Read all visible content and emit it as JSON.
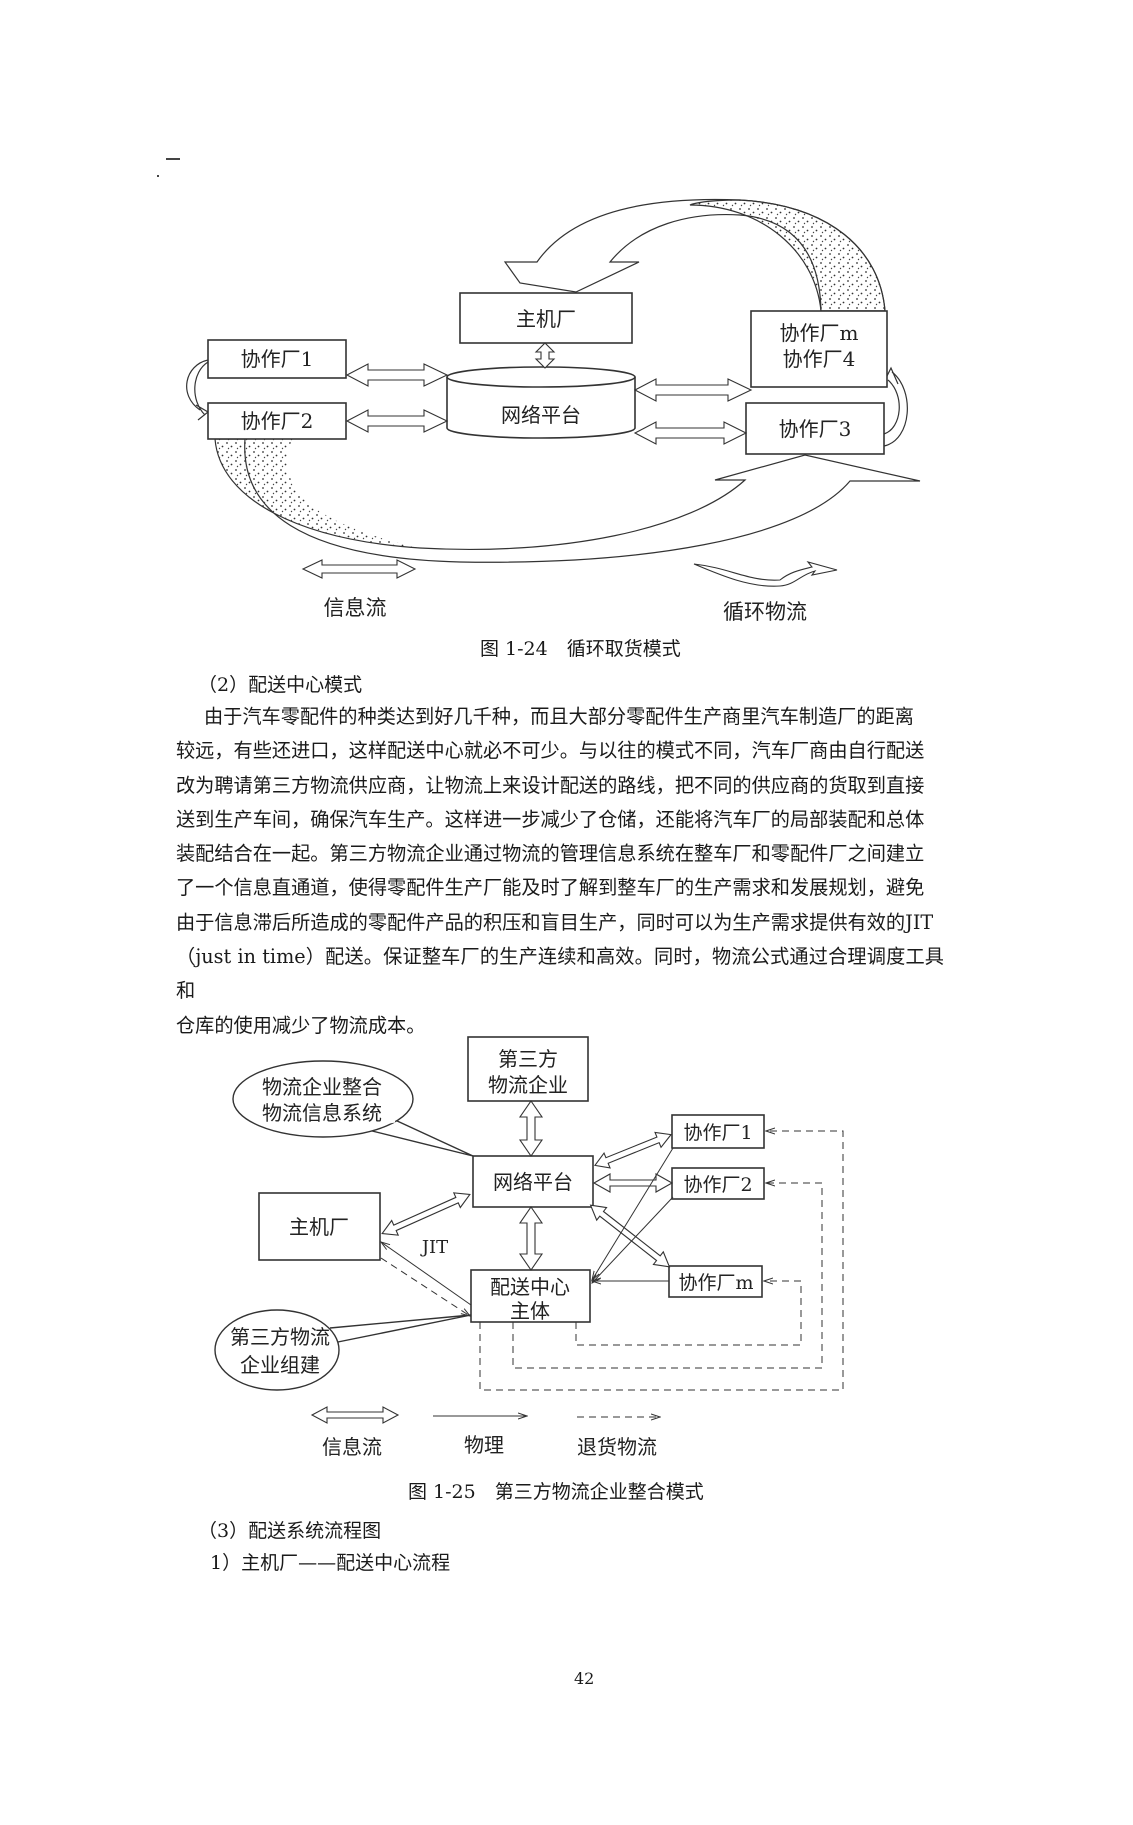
{
  "figure1": {
    "nodes": {
      "host": "主机厂",
      "platform": "网络平台",
      "coop1": "协作厂1",
      "coop2": "协作厂2",
      "coop_m_line1": "协作厂m",
      "coop_m_line2": "协作厂4",
      "coop3": "协作厂3"
    },
    "legend": {
      "info_flow": "信息流",
      "cyclic_logistics": "循环物流"
    },
    "caption": "图 1-24　循环取货模式"
  },
  "section2": {
    "heading": "（2）配送中心模式",
    "paragraph_lines": [
      "由于汽车零配件的种类达到好几千种，而且大部分零配件生产商里汽车制造厂的距离",
      "较远，有些还进口，这样配送中心就必不可少。与以往的模式不同，汽车厂商由自行配送",
      "改为聘请第三方物流供应商，让物流上来设计配送的路线，把不同的供应商的货取到直接",
      "送到生产车间，确保汽车生产。这样进一步减少了仓储，还能将汽车厂的局部装配和总体",
      "装配结合在一起。第三方物流企业通过物流的管理信息系统在整车厂和零配件厂之间建立",
      "了一个信息直通道，使得零配件生产厂能及时了解到整车厂的生产需求和发展规划，避免",
      "由于信息滞后所造成的零配件产品的积压和盲目生产，同时可以为生产需求提供有效的JIT",
      "（just in time）配送。保证整车厂的生产连续和高效。同时，物流公式通过合理调度工具和",
      "仓库的使用减少了物流成本。"
    ]
  },
  "figure2": {
    "nodes": {
      "third_party_line1": "第三方",
      "third_party_line2": "物流企业",
      "platform": "网络平台",
      "host": "主机厂",
      "dc_line1": "配送中心",
      "dc_line2": "主体",
      "coop1": "协作厂1",
      "coop2": "协作厂2",
      "coop_m": "协作厂m"
    },
    "callouts": {
      "top_line1": "物流企业整合",
      "top_line2": "物流信息系统",
      "bottom_line1": "第三方物流",
      "bottom_line2": "企业组建"
    },
    "jit_label": "JIT",
    "legend": {
      "info_flow": "信息流",
      "physical": "物理",
      "return_logistics": "退货物流"
    },
    "caption": "图 1-25　第三方物流企业整合模式"
  },
  "section3": {
    "heading": "（3）配送系统流程图",
    "subheading": "1）主机厂——配送中心流程"
  },
  "page_number": "42"
}
